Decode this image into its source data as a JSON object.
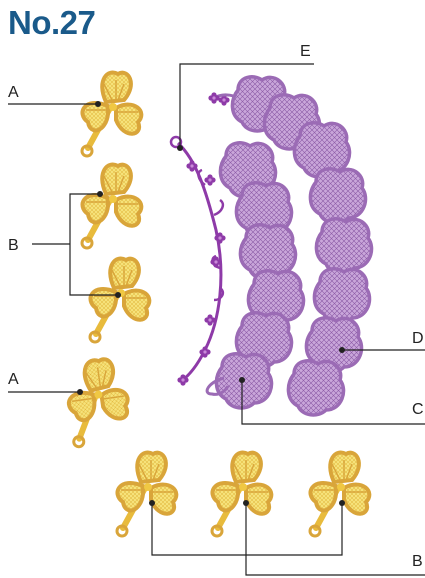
{
  "title": "No.27",
  "labels": {
    "E": "E",
    "A1": "A",
    "B1": "B",
    "A2": "A",
    "D": "D",
    "C": "C",
    "B2": "B"
  },
  "colors": {
    "title": "#1a5a8a",
    "clover_outer": "#d9a53a",
    "clover_inner": "#f2cf4a",
    "clover_stem": "#e8bb3c",
    "lace": "#9b6bb5",
    "lace_fill": "#b48ac9",
    "vine": "#8e3aa8"
  },
  "shapes": {
    "clover": "clover-motif",
    "lace_chain": "lace-chain",
    "vine": "flower-vine"
  }
}
